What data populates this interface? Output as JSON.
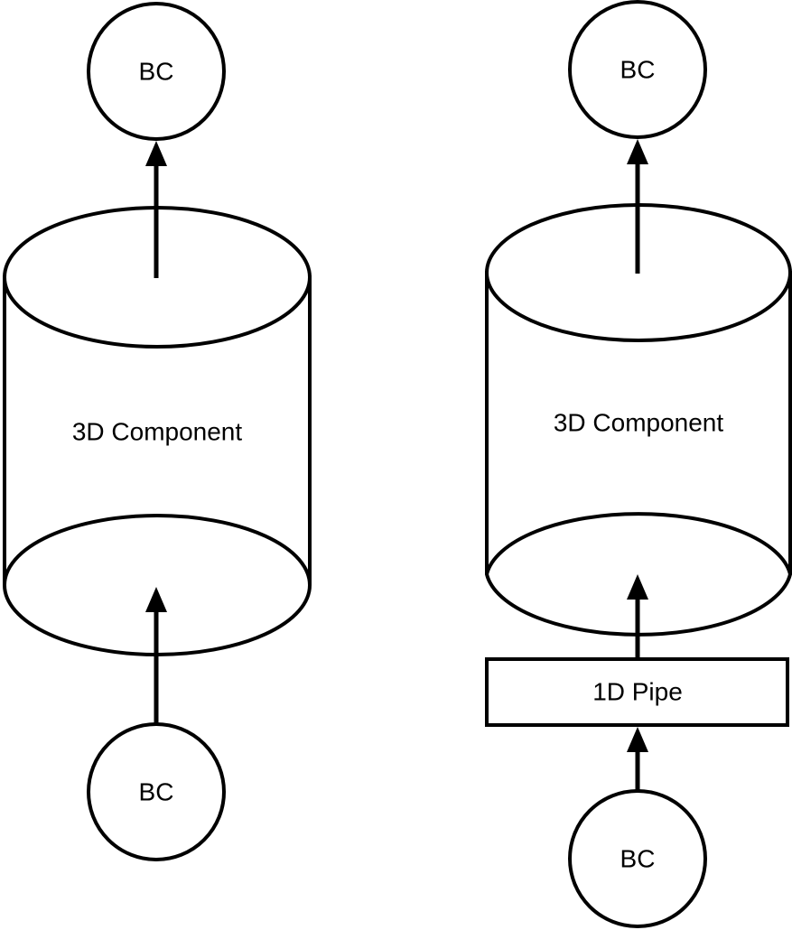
{
  "left": {
    "top_bc": "BC",
    "component": "3D Component",
    "bottom_bc": "BC"
  },
  "right": {
    "top_bc": "BC",
    "component": "3D Component",
    "pipe": "1D Pipe",
    "bottom_bc": "BC"
  }
}
